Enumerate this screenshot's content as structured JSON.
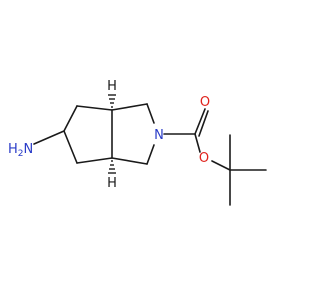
{
  "molecule": {
    "atom_labels": {
      "amine": {
        "main": "H",
        "sub": "2",
        "tail": "N"
      },
      "ring_nitrogen": "N",
      "carbonyl_oxygen": "O",
      "ester_oxygen": "O",
      "stereo_h_top": "H",
      "stereo_h_bottom": "H"
    },
    "colors": {
      "bond": "#1a1a1a",
      "nitrogen": "#2a3cc8",
      "oxygen": "#e0221c",
      "hydrogen": "#1a1a1a"
    }
  }
}
